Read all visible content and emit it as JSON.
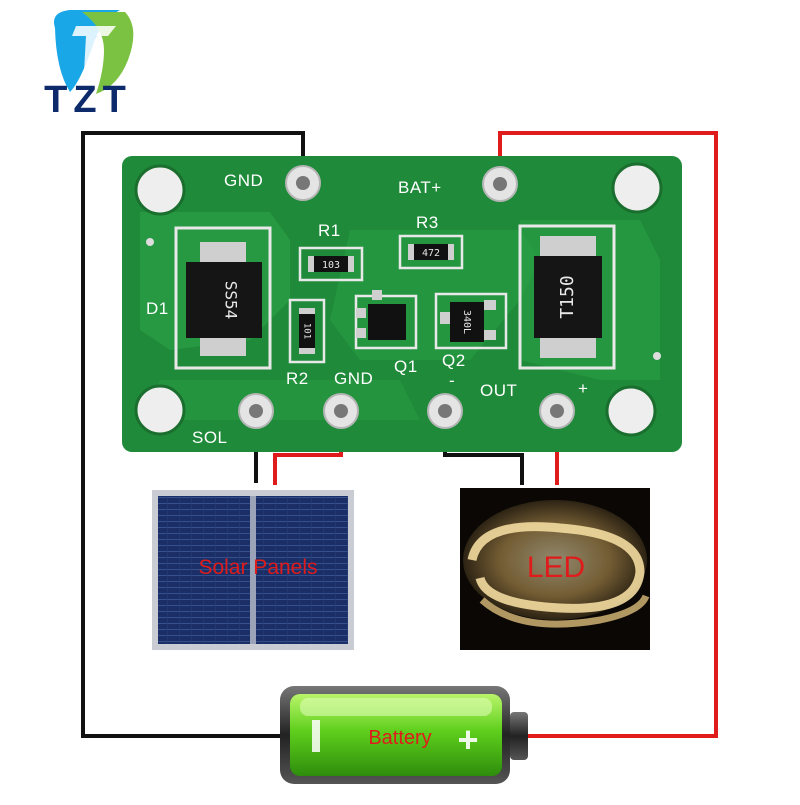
{
  "brand": {
    "name": "TZT",
    "logo_colors": {
      "left": "#1aa7e8",
      "right": "#7cc242",
      "dark": "#0d2a6b"
    }
  },
  "board": {
    "color": "#1f8a3a",
    "labels": {
      "gnd_top": "GND",
      "bat_plus": "BAT+",
      "r1": "R1",
      "r2": "R2",
      "r3": "R3",
      "d1": "D1",
      "q1": "Q1",
      "q2": "Q2",
      "gnd_bottom": "GND",
      "minus": "-",
      "out": "OUT",
      "plus": "+",
      "sol": "SOL"
    },
    "markings": {
      "r1": "103",
      "r2": "101",
      "r3": "472",
      "d1": "SS54",
      "inductor": "T150",
      "q2": "340L"
    }
  },
  "solar": {
    "label": "Solar Panels"
  },
  "led": {
    "label": "LED"
  },
  "battery": {
    "label": "Battery",
    "minus": "−",
    "plus": "+"
  },
  "colors": {
    "wire_black": "#111111",
    "wire_red": "#e01b1b",
    "label_red": "#e01b1b"
  }
}
